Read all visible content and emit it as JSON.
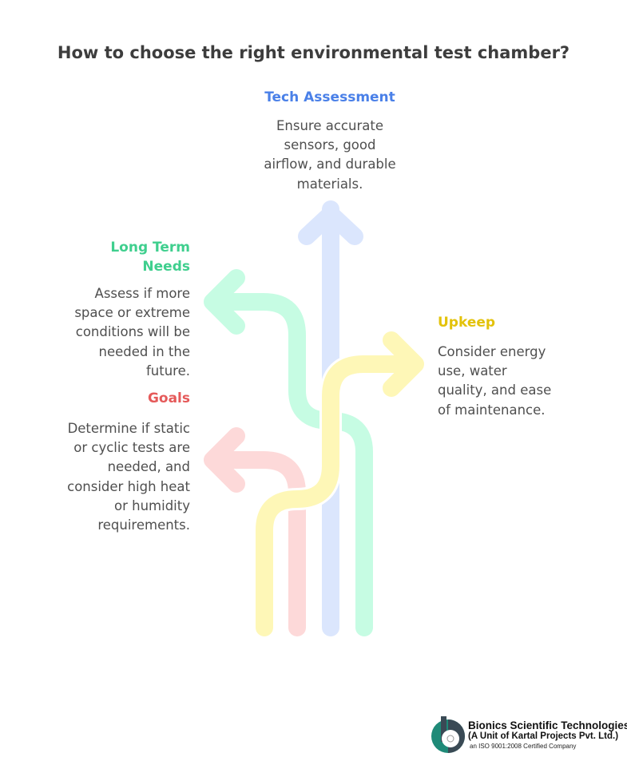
{
  "title": "How to choose the right environmental test chamber?",
  "colors": {
    "tech": "#4a80e8",
    "long_term": "#3fcf8e",
    "goals": "#e55a5a",
    "upkeep": "#e3c20a"
  },
  "sections": {
    "tech": {
      "heading": "Tech Assessment",
      "lines": [
        "Ensure accurate",
        "sensors, good",
        "airflow, and durable",
        "materials."
      ]
    },
    "long_term": {
      "heading_lines": [
        "Long Term",
        "Needs"
      ],
      "lines": [
        "Assess if more",
        "space or extreme",
        "conditions will be",
        "needed in the",
        "future."
      ]
    },
    "goals": {
      "heading": "Goals",
      "lines": [
        "Determine if static",
        "or cyclic tests are",
        "needed, and",
        "consider high heat",
        "or humidity",
        "requirements."
      ]
    },
    "upkeep": {
      "heading": "Upkeep",
      "lines": [
        "Consider energy",
        "use, water",
        "quality, and ease",
        "of maintenance."
      ]
    }
  },
  "logo": {
    "name": "Bionics Scientific Technologies",
    "subtitle": "(A Unit of Kartal Projects Pvt. Ltd.)",
    "cert": "an ISO 9001:2008 Certified Company"
  }
}
